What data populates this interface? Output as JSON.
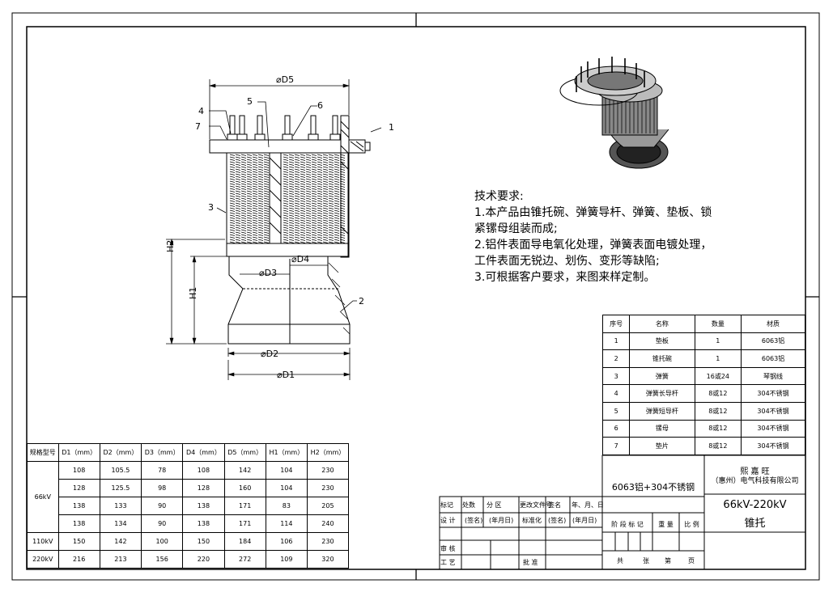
{
  "drawing": {
    "dimension_labels": {
      "d5": "⌀D5",
      "d4": "⌀D4",
      "d3": "⌀D3",
      "d2": "⌀D2",
      "d1": "⌀D1",
      "h1": "H1",
      "h2": "H2"
    },
    "balloons": [
      "1",
      "2",
      "3",
      "4",
      "5",
      "6",
      "7"
    ]
  },
  "tech_requirements": {
    "title": "技术要求:",
    "lines": [
      "1.本产品由锥托碗、弹簧导杆、弹簧、垫板、锁",
      "紧镙母组装而成;",
      "2.铝件表面导电氧化处理，弹簧表面电镀处理，",
      "工件表面无锐边、划伤、变形等缺陷;",
      "3.可根据客户要求，来图来样定制。"
    ]
  },
  "dimension_table": {
    "headers": [
      "规格型号",
      "D1（mm）",
      "D2（mm）",
      "D3（mm）",
      "D4（mm）",
      "D5（mm）",
      "H1（mm）",
      "H2（mm）"
    ],
    "group_66kv": "66kV",
    "rows_66kv": [
      [
        "108",
        "105.5",
        "78",
        "108",
        "142",
        "104",
        "230"
      ],
      [
        "128",
        "125.5",
        "98",
        "128",
        "160",
        "104",
        "230"
      ],
      [
        "138",
        "133",
        "90",
        "138",
        "171",
        "83",
        "205"
      ],
      [
        "138",
        "134",
        "90",
        "138",
        "171",
        "114",
        "240"
      ]
    ],
    "rows_other": [
      [
        "110kV",
        "150",
        "142",
        "100",
        "150",
        "184",
        "106",
        "230"
      ],
      [
        "220kV",
        "216",
        "213",
        "156",
        "220",
        "272",
        "109",
        "320"
      ]
    ]
  },
  "parts_list": {
    "headers": [
      "序号",
      "名称",
      "数量",
      "材质"
    ],
    "rows": [
      [
        "1",
        "垫板",
        "1",
        "6063铝"
      ],
      [
        "2",
        "锥托碗",
        "1",
        "6063铝"
      ],
      [
        "3",
        "弹簧",
        "16或24",
        "琴钢线"
      ],
      [
        "4",
        "弹簧长导杆",
        "8或12",
        "304不锈钢"
      ],
      [
        "5",
        "弹簧短导杆",
        "8或12",
        "304不锈钢"
      ],
      [
        "6",
        "镙母",
        "8或12",
        "304不锈钢"
      ],
      [
        "7",
        "垫片",
        "8或12",
        "304不锈钢"
      ]
    ]
  },
  "title_block": {
    "material": "6063铝+304不锈钢",
    "company_line1": "熙  嘉  旺",
    "company_line2": "（惠州）电气科技有限公司",
    "product_spec": "66kV-220kV",
    "product_name": "锥托",
    "rev_headers": [
      "标记",
      "处数",
      "分 区",
      "更改文件号",
      "签名",
      "年、月、日"
    ],
    "design_row": [
      "设 计",
      "(签名)",
      "(年月日)",
      "标准化",
      "(签名)",
      "(年月日)"
    ],
    "stage_headers": [
      "阶 段 标 记",
      "重 量",
      "比 例"
    ],
    "review": "审 核",
    "craft": "工 艺",
    "approve": "批 准",
    "sheet_info": [
      "共",
      "张",
      "第",
      "页"
    ]
  }
}
